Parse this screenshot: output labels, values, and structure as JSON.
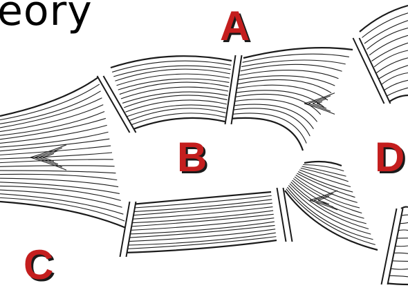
{
  "title": "eory",
  "labels": {
    "a": "A",
    "b": "B",
    "c": "C",
    "d": "D"
  },
  "colors": {
    "label": "#c41e1e",
    "line": "#1a1a1a",
    "background": "#ffffff"
  }
}
